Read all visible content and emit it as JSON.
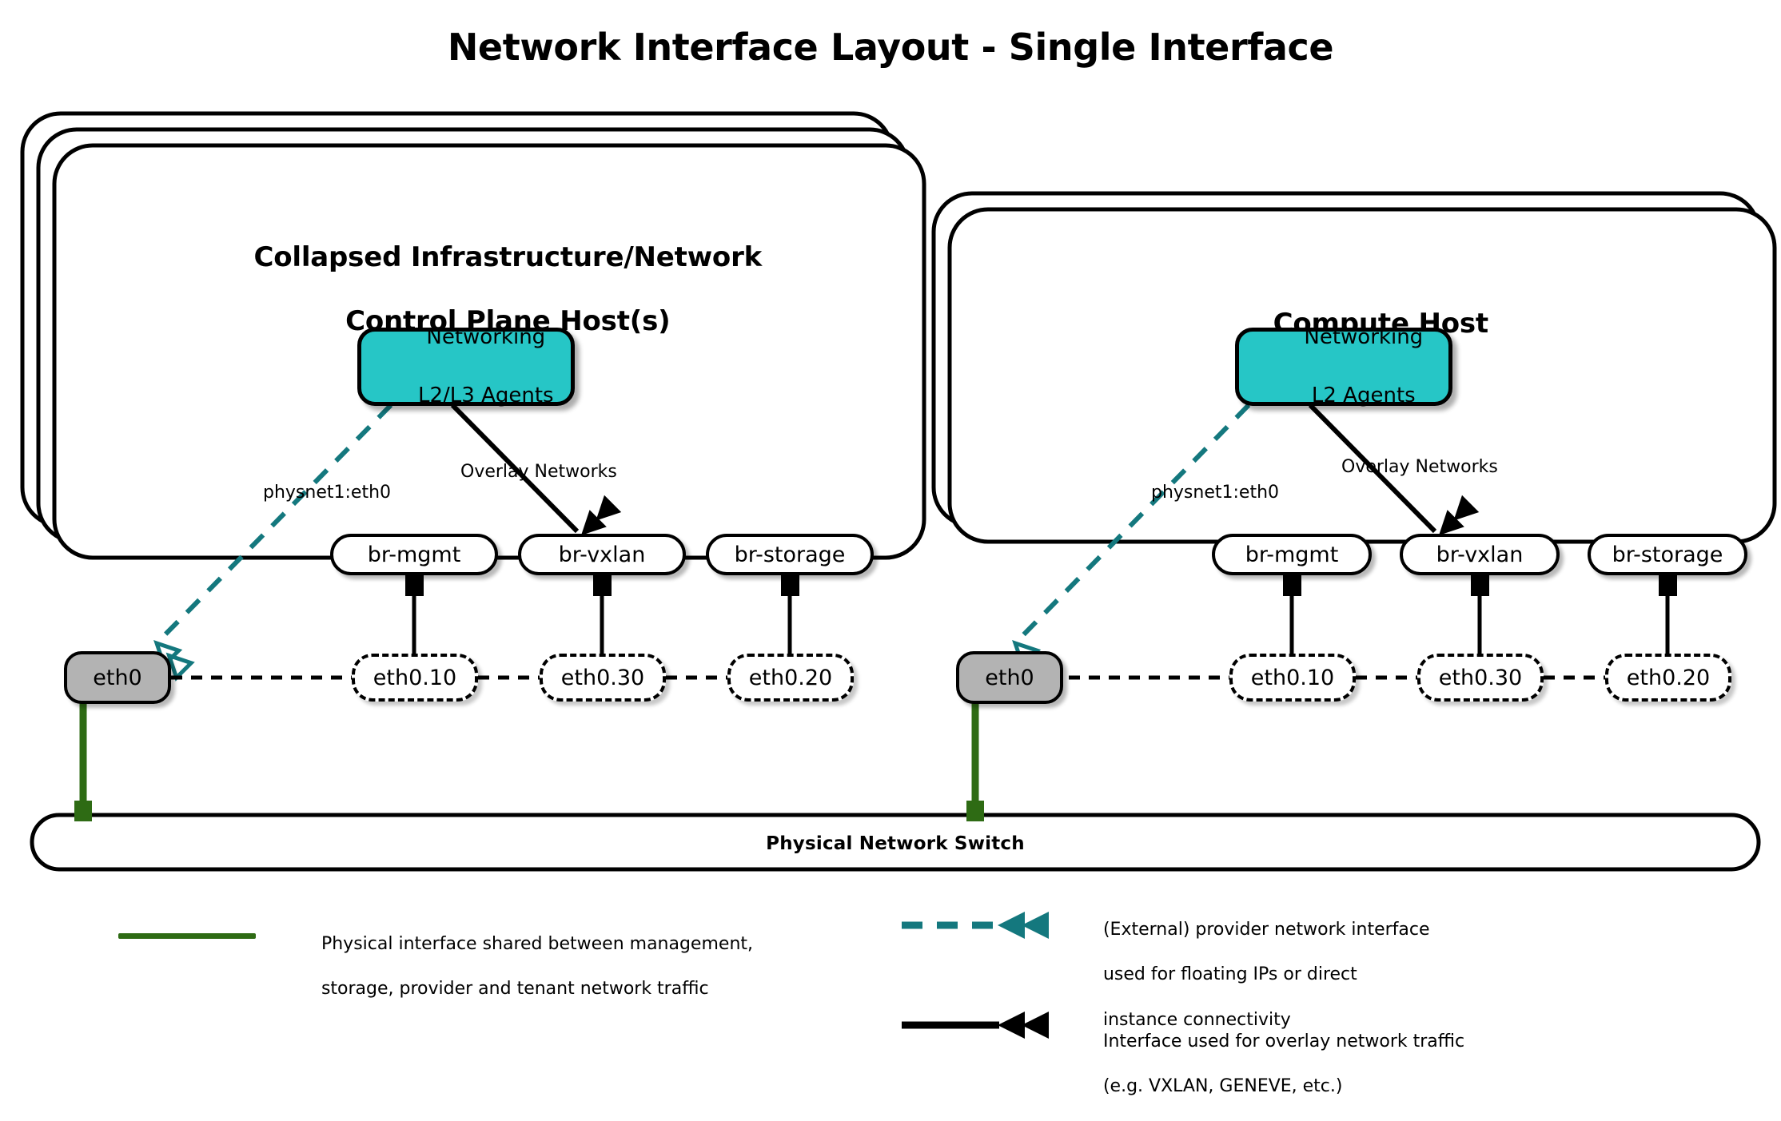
{
  "title": "Network Interface Layout - Single Interface",
  "hosts": [
    {
      "id": "control-plane-host",
      "title_line1": "Collapsed Infrastructure/Network",
      "title_line2": "Control Plane Host(s)",
      "stack_count": 3,
      "agent": {
        "line1": "Networking",
        "line2": "L2/L3 Agents"
      },
      "edge_labels": {
        "provider": "physnet1:eth0",
        "overlay": "Overlay Networks"
      },
      "nic": "eth0",
      "bridges": [
        {
          "bridge": "br-mgmt",
          "vlan": "eth0.10"
        },
        {
          "bridge": "br-vxlan",
          "vlan": "eth0.30"
        },
        {
          "bridge": "br-storage",
          "vlan": "eth0.20"
        }
      ]
    },
    {
      "id": "compute-host",
      "title_line1": "Compute Host",
      "title_line2": "",
      "stack_count": 2,
      "agent": {
        "line1": "Networking",
        "line2": "L2 Agents"
      },
      "edge_labels": {
        "provider": "physnet1:eth0",
        "overlay": "Overlay Networks"
      },
      "nic": "eth0",
      "bridges": [
        {
          "bridge": "br-mgmt",
          "vlan": "eth0.10"
        },
        {
          "bridge": "br-vxlan",
          "vlan": "eth0.30"
        },
        {
          "bridge": "br-storage",
          "vlan": "eth0.20"
        }
      ]
    }
  ],
  "switch": {
    "label": "Physical Network Switch"
  },
  "legend": [
    {
      "id": "physical-interface",
      "style": "solid-green-line",
      "color": "#2e6b14",
      "line1": "Physical interface shared between management,",
      "line2": "storage, provider and tenant network traffic",
      "line3": ""
    },
    {
      "id": "provider-network-interface",
      "style": "dashed-teal-arrow",
      "color": "#14787e",
      "line1": "(External) provider network interface",
      "line2": "used for floating IPs or direct",
      "line3": "instance connectivity"
    },
    {
      "id": "overlay-network-interface",
      "style": "solid-black-arrow",
      "color": "#000000",
      "line1": "Interface used for overlay network traffic",
      "line2": "(e.g. VXLAN, GENEVE, etc.)",
      "line3": ""
    }
  ],
  "colors": {
    "agent_fill": "#26c6c6",
    "nic_fill": "#b3b3b3",
    "green": "#2e6b14",
    "teal": "#14787e",
    "black": "#000000"
  }
}
